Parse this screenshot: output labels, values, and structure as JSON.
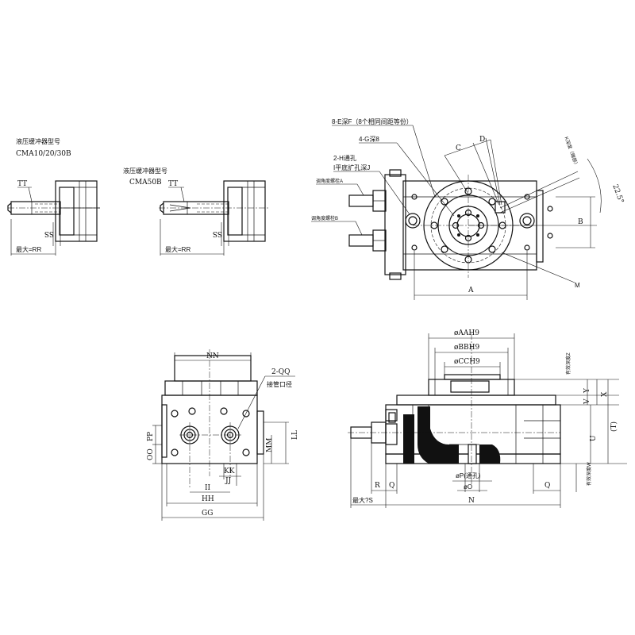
{
  "buffer_cma10": {
    "title": "液压缓冲器型号",
    "model": "CMA10/20/30B",
    "tt": "TT",
    "ss": "SS",
    "rr": "最大=RR"
  },
  "buffer_cma50": {
    "title": "液压缓冲器型号",
    "model": "CMA50B",
    "tt": "TT",
    "ss": "SS",
    "rr": "最大=RR"
  },
  "top_view": {
    "label_8e": "8-E深F（8个相同间距等份）",
    "label_4g": "4-G深8",
    "label_2h": "2-H通孔",
    "label_2h_sub": "I平底扩孔深J",
    "label_c": "C",
    "label_d": "D",
    "label_kk": "K深度（端部）",
    "label_225": "22.5°",
    "label_b": "B",
    "label_a": "A",
    "label_m": "M",
    "label_adj_a": "调角度螺栓A",
    "label_adj_b": "调角度螺栓B"
  },
  "side_view": {
    "nn": "NN",
    "qq": "2-QQ",
    "qq_sub": "接管口径",
    "pp": "PP",
    "oo": "OO",
    "ll": "LL",
    "mm": "MM",
    "kk": "KK",
    "jj": "JJ",
    "ii": "II",
    "hh": "HH",
    "gg": "GG"
  },
  "front_view": {
    "aah9": "øAAH9",
    "bbh9": "øBBH9",
    "cch9": "øCCH9",
    "z": "有效深度Z",
    "y": "Y",
    "v": "V",
    "x": "X",
    "t": "(T)",
    "u": "U",
    "w": "有效深度W",
    "r": "R",
    "q1": "Q",
    "q2": "Q",
    "s": "最大?S",
    "p": "øP(通孔)",
    "o": "øO",
    "n": "N"
  }
}
